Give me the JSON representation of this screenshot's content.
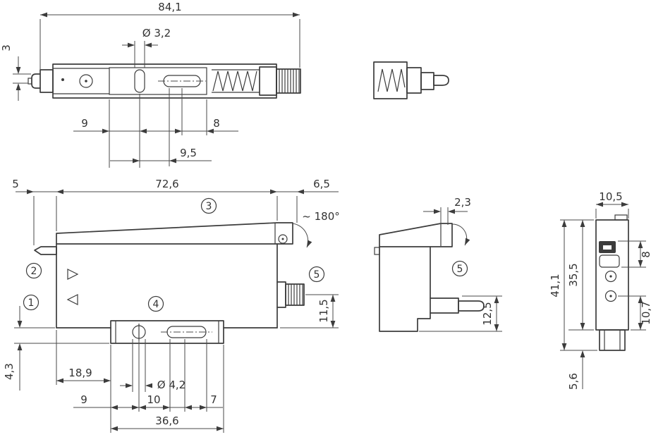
{
  "drawing": {
    "line_color": "#3c3c3c",
    "background": "#ffffff",
    "callouts": {
      "c1": "1",
      "c2": "2",
      "c3": "3",
      "c4": "4",
      "c5": "5"
    },
    "top_view": {
      "dims": {
        "overall_length": "84,1",
        "tip_height": "3",
        "hole_diameter": "Ø 3,2",
        "hole_offset": "9",
        "slot_offset": "8",
        "hole_to_slot": "9,5"
      }
    },
    "main_view": {
      "dims": {
        "latch_depth": "5",
        "body_length": "72,6",
        "hinge_overhang": "6,5",
        "lid_open_angle": "~ 180°",
        "connector_axis_height": "11,5",
        "rail_depth": "4,3",
        "rail_offset": "18,9",
        "mount_hole_diameter": "Ø 4,2",
        "rail_hole_offset": "9",
        "hole_to_slot": "10",
        "slot_length": "7",
        "rail_width": "36,6"
      }
    },
    "side_view": {
      "dims": {
        "lid_overhang": "2,3",
        "pin_axis_height": "12,5"
      }
    },
    "front_view": {
      "dims": {
        "width": "10,5",
        "display_height": "8",
        "overall_height": "41,1",
        "body_height": "35,5",
        "port_to_bottom": "10,7",
        "clip_height": "5,6"
      }
    }
  }
}
